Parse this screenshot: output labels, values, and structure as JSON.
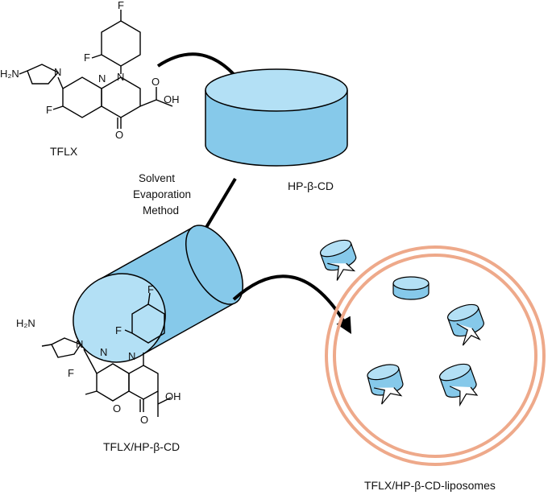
{
  "labels": {
    "drug": "TFLX",
    "carrier": "HP-β-CD",
    "method_line1": "Solvent",
    "method_line2": "Evaporation",
    "method_line3": "Method",
    "complex": "TFLX/HP-β-CD",
    "liposome": "TFLX/HP-β-CD-liposomes"
  },
  "atoms": {
    "fluorine": "F",
    "nitrogen": "N",
    "oxygen": "O",
    "amine": "H₂N",
    "acid": "OH"
  },
  "colors": {
    "cylinder_fill": "#86c9ea",
    "cylinder_top": "#b3e0f5",
    "cylinder_stroke": "#000000",
    "membrane": "#eea98a",
    "arrow": "#000000"
  }
}
